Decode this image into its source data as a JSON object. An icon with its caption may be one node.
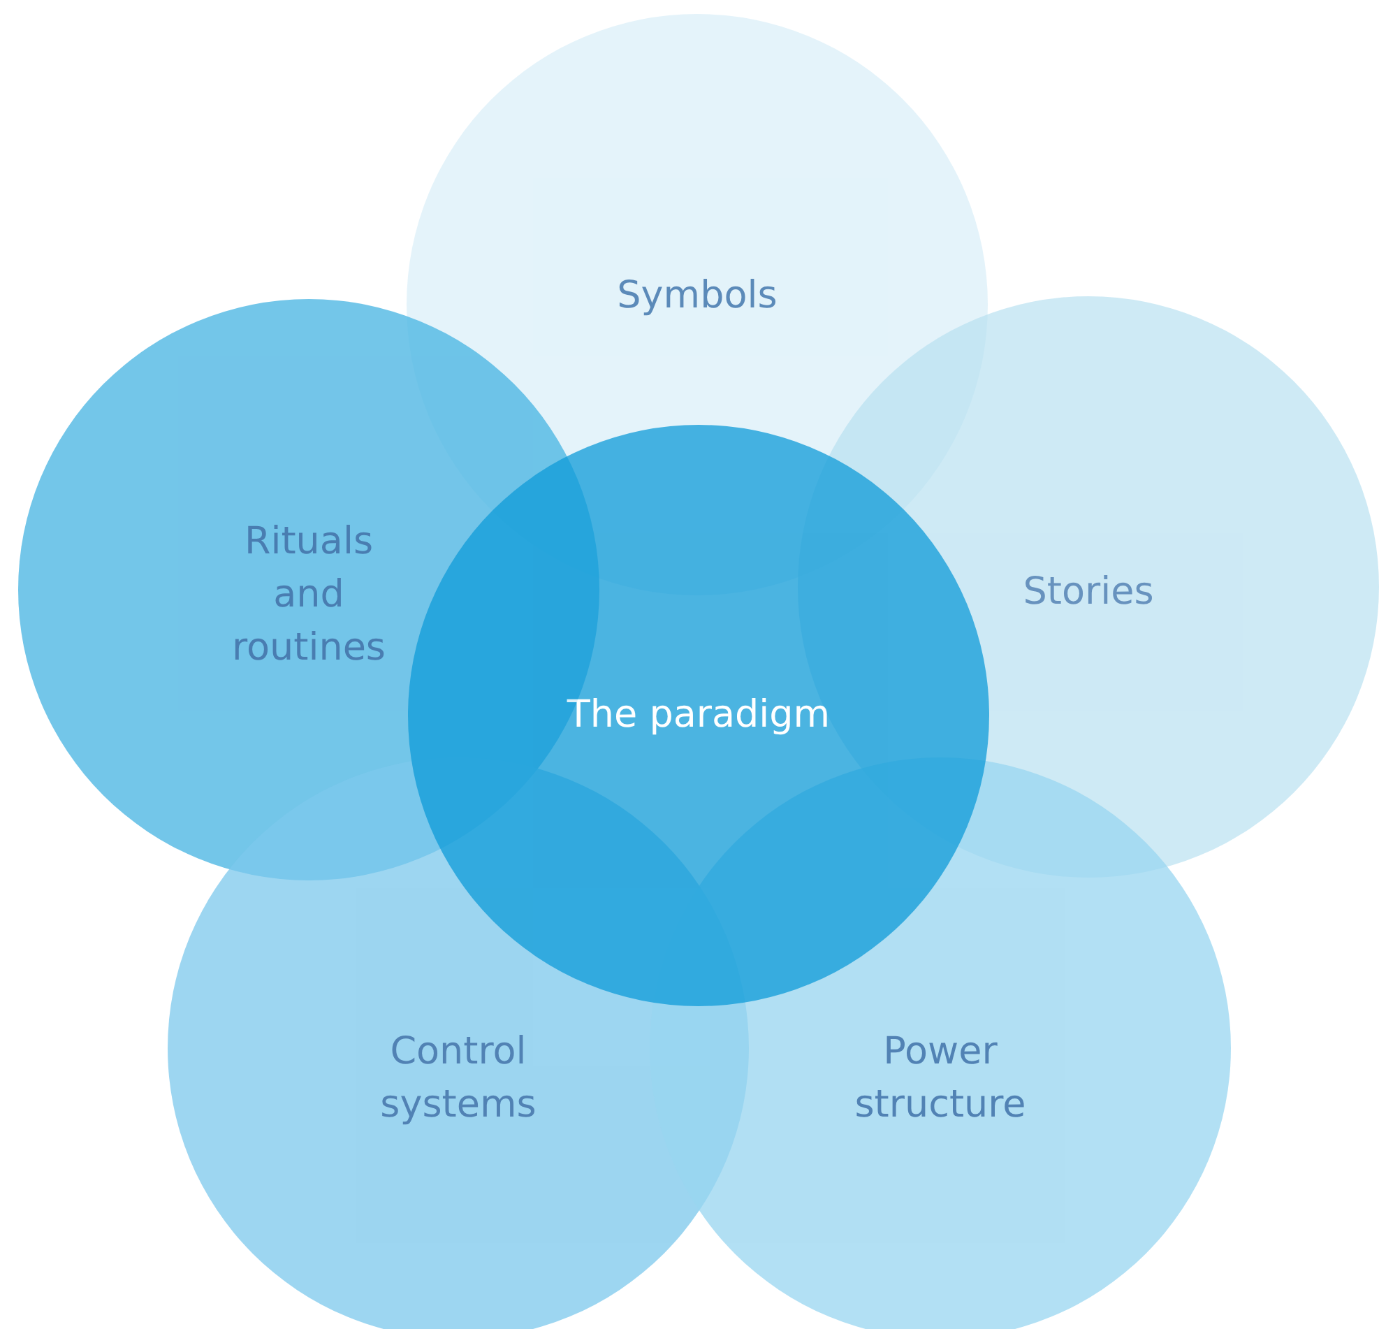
{
  "diagram": {
    "nodes": [
      {
        "text": [
          "Symbols"
        ]
      },
      {
        "text": [
          "Rituals and routines"
        ]
      },
      {
        "text": [
          "Stories"
        ]
      },
      {
        "text": [
          "The paradigm"
        ]
      },
      {
        "text": [
          "Control systems"
        ]
      },
      {
        "text": [
          "Power structure"
        ]
      }
    ],
    "edges": []
  }
}
